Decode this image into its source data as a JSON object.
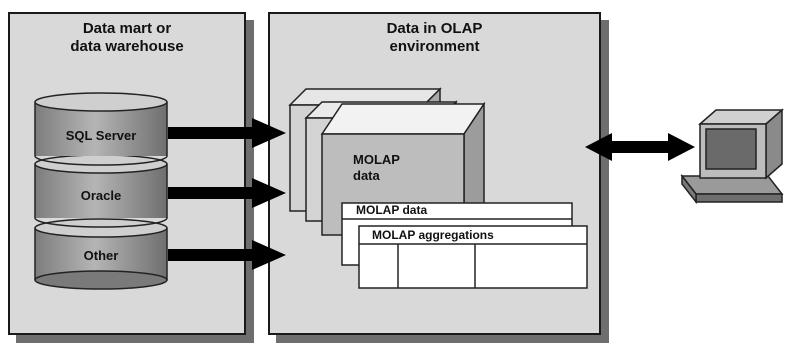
{
  "left_panel": {
    "title_line1": "Data mart or",
    "title_line2": "data warehouse",
    "sources": [
      "SQL Server",
      "Oracle",
      "Other"
    ]
  },
  "right_panel": {
    "title_line1": "Data in OLAP",
    "title_line2": "environment",
    "cube_label_line1": "MOLAP",
    "cube_label_line2": "data",
    "table1_label": "MOLAP data",
    "table2_label": "MOLAP aggregations"
  },
  "colors": {
    "panel_bg": "#d9d9d9",
    "panel_shadow": "#6e6e6e",
    "cylinder_body": "#9a9a9a",
    "cylinder_top": "#cfcfcf",
    "arrow": "#000000"
  },
  "icons": {
    "client": "computer-terminal-icon"
  }
}
